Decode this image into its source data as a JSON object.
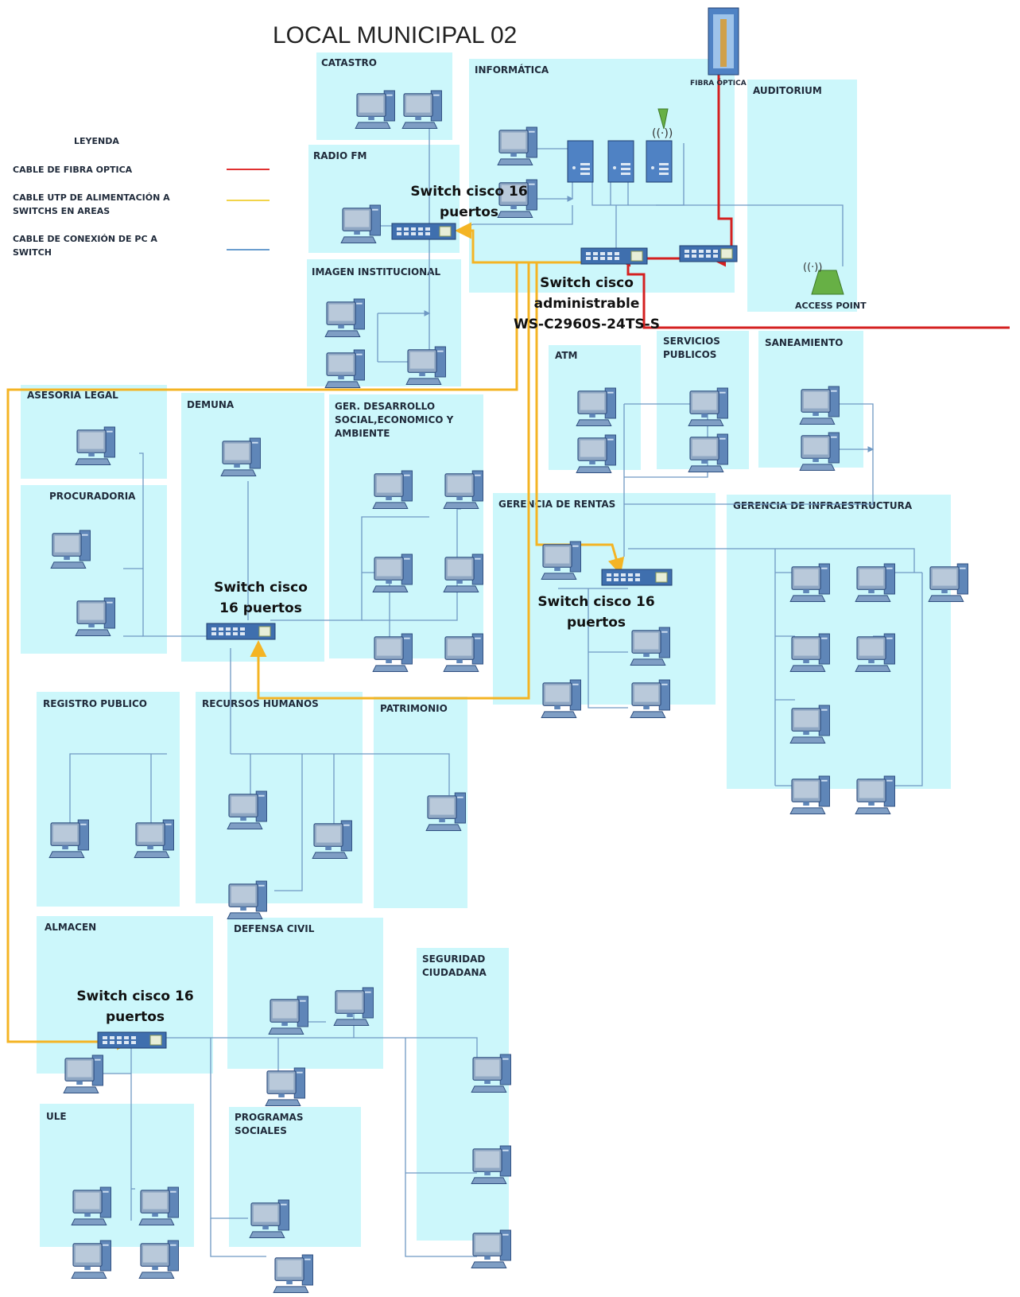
{
  "title": "LOCAL MUNICIPAL 02",
  "legend": {
    "title": "LEYENDA",
    "items": [
      {
        "label": "CABLE DE FIBRA OPTICA",
        "color": "#e03030"
      },
      {
        "label": "CABLE UTP DE ALIMENTACIÓN A\nSWITCHS EN AREAS",
        "color": "#f2d44a"
      },
      {
        "label": "CABLE DE CONEXIÓN DE PC A\nSWITCH",
        "color": "#6a9ecf"
      }
    ]
  },
  "areas": {
    "catastro": "CATASTRO",
    "informatica": "INFORMÁTICA",
    "auditorium": "AUDITORIUM",
    "radio_fm": "RADIO FM",
    "imagen": "IMAGEN INSTITUCIONAL",
    "atm": "ATM",
    "servicios": "SERVICIOS\nPUBLICOS",
    "saneamiento": "SANEAMIENTO",
    "asesoria": "ASESORIA LEGAL",
    "procuradoria": "PROCURADORIA",
    "demuna": "DEMUNA",
    "ger_desarrollo": "GER. DESARROLLO\nSOCIAL,ECONOMICO Y\nAMBIENTE",
    "gerencia_rentas": "GERENCIA DE RENTAS",
    "gerencia_infra": "GERENCIA DE INFRAESTRUCTURA",
    "registro": "REGISTRO PUBLICO",
    "rrhh": "RECURSOS HUMANOS",
    "patrimonio": "PATRIMONIO",
    "almacen": "ALMACEN",
    "defensa": "DEFENSA CIVIL",
    "seguridad": "SEGURIDAD\nCIUDADANA",
    "ule": "ULE",
    "programas": "PROGRAMAS\nSOCIALES"
  },
  "labels": {
    "fibra": "FIBRA ÓPTICA",
    "access_point": "ACCESS POINT"
  },
  "switches": {
    "radio": "Switch cisco 16\npuertos",
    "core": "Switch cisco\nadministrable\nWS-C2960S-24TS-S",
    "demuna": "Switch cisco\n16 puertos",
    "rentas": "Switch cisco 16\npuertos",
    "almacen": "Switch cisco 16\npuertos"
  },
  "colors": {
    "area_bg": "#ccf7fb",
    "fiber": "#d42020",
    "utp": "#f4b424",
    "pc_link": "#6f99c4",
    "device_blue": "#3f6fae"
  }
}
